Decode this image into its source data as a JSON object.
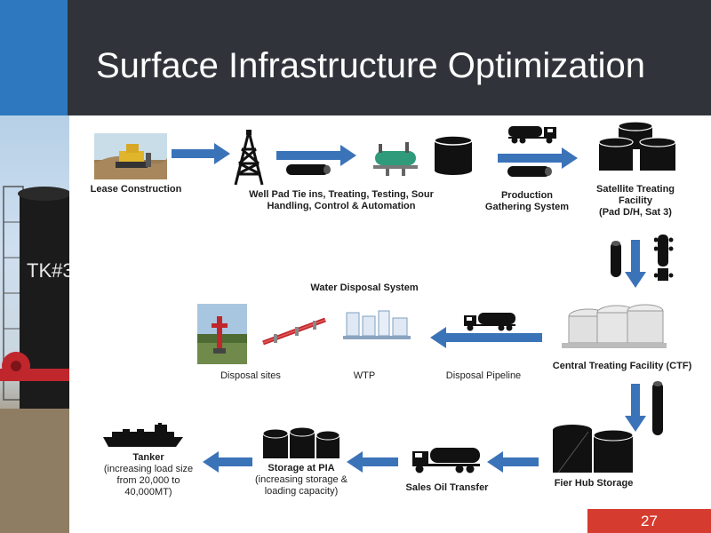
{
  "title": "Surface Infrastructure Optimization",
  "photo_text": "TK#3",
  "colors": {
    "header": "#30343a",
    "accent_blue": "#2d78bf",
    "arrow_blue": "#3b73b9",
    "page_red": "#d63b2f"
  },
  "nodes": {
    "lease_construction": "Lease Construction",
    "well_pad": [
      "Well Pad Tie ins, Treating, Testing, Sour",
      "Handling, Control & Automation"
    ],
    "production_gathering": [
      "Production",
      "Gathering System"
    ],
    "satellite_treating": [
      "Satellite Treating",
      "Facility",
      "(Pad D/H, Sat 3)"
    ],
    "water_disposal_title": "Water Disposal System",
    "disposal_sites": "Disposal sites",
    "wtp": "WTP",
    "disposal_pipeline": "Disposal Pipeline",
    "ctf": "Central Treating Facility (CTF)",
    "fier_hub": "Fier Hub Storage",
    "sales_oil": "Sales Oil Transfer",
    "storage_pia": [
      "Storage at PIA",
      "(increasing storage &",
      "loading capacity)"
    ],
    "tanker": [
      "Tanker",
      "(increasing load size",
      "from 20,000 to",
      "40,000MT)"
    ]
  },
  "page_number": "27"
}
